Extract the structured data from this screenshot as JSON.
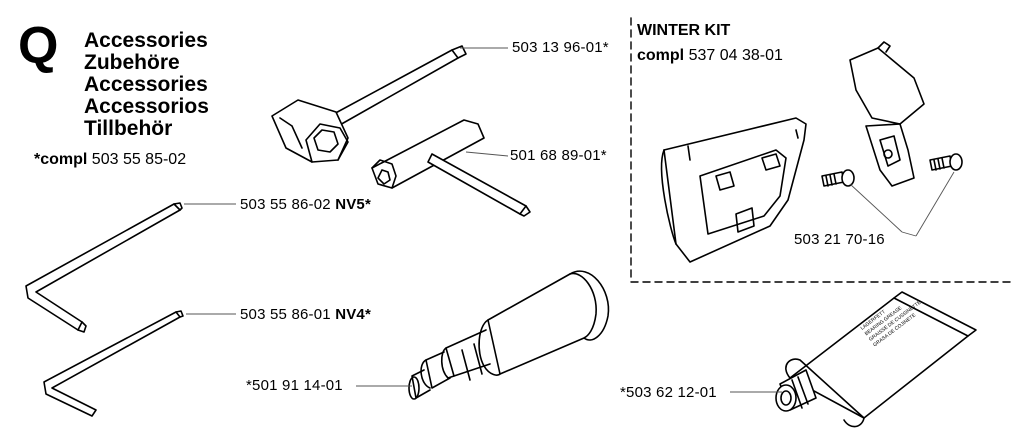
{
  "header": {
    "section_letter": "Q",
    "titles": [
      "Accessories",
      "Zubehöre",
      "Accessories",
      "Accessorios",
      "Tillbehör"
    ],
    "compl_prefix": "*compl",
    "compl_number": "503 55 85-02"
  },
  "winter_kit": {
    "title": "WINTER KIT",
    "compl_prefix": "compl",
    "compl_number": "537 04 38-01"
  },
  "parts": [
    {
      "number": "503 13 96-01*",
      "suffix": ""
    },
    {
      "number": "501 68 89-01*",
      "suffix": ""
    },
    {
      "number": "503 55 86-02",
      "suffix": "NV5*"
    },
    {
      "number": "503 55 86-01",
      "suffix": "NV4*"
    },
    {
      "number": "*501 91 14-01",
      "suffix": ""
    },
    {
      "number": "503 21 70-16",
      "suffix": ""
    },
    {
      "number": "*503 62 12-01",
      "suffix": ""
    }
  ],
  "tube_label": [
    "LAGERFETT",
    "BEARING GREASE",
    "GRAISSE DE CUSSINETTE",
    "GRASA DE COJINETE"
  ]
}
